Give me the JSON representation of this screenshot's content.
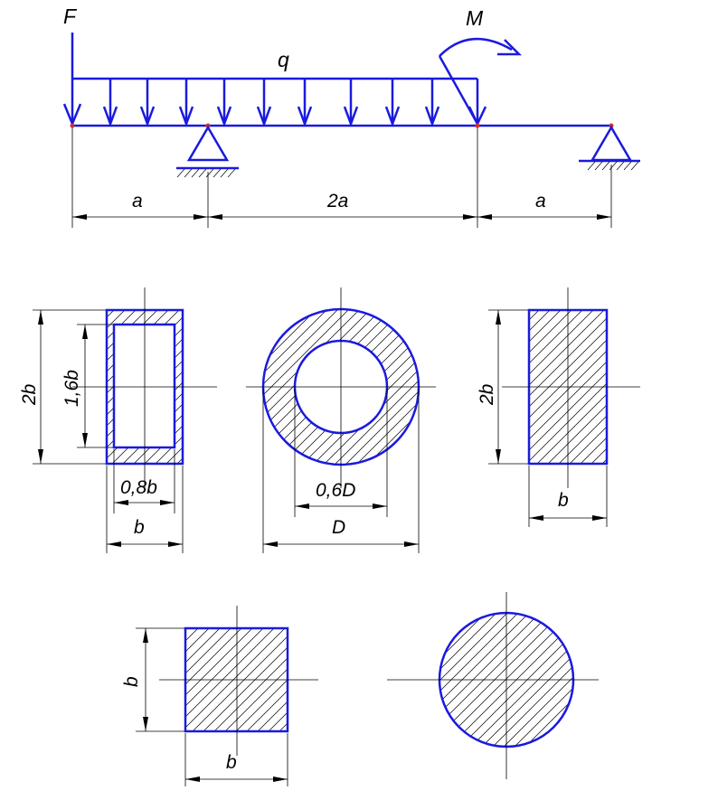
{
  "colors": {
    "outline": "#1a1adf",
    "thin": "#000000",
    "background": "#ffffff"
  },
  "beam": {
    "force_label": "F",
    "load_label": "q",
    "moment_label": "M",
    "dim_1": "a",
    "dim_2": "2a",
    "dim_3": "a"
  },
  "sections": {
    "hollow_rect": {
      "height_label": "2b",
      "inner_height_label": "1,6b",
      "inner_width_label": "0,8b",
      "width_label": "b"
    },
    "ring": {
      "inner_label": "0,6D",
      "outer_label": "D"
    },
    "solid_rect": {
      "height_label": "2b",
      "width_label": "b"
    },
    "square": {
      "height_label": "b",
      "width_label": "b"
    },
    "circle": {}
  }
}
